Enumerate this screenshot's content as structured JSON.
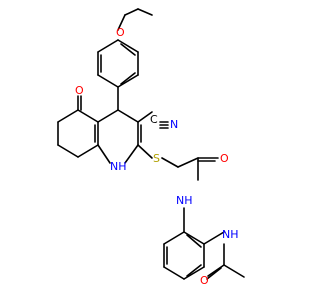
{
  "diagram": {
    "type": "chemical-structure",
    "atoms": {
      "o_ether": "O",
      "o_ketone": "O",
      "o_amide1": "O",
      "o_amide2": "O",
      "n_nitrile": "N",
      "nh_ring": "NH",
      "nh_amide": "NH",
      "nh_acetamide": "NH",
      "s": "S",
      "c_nitrile": "C",
      "h_ring": "H"
    },
    "colors": {
      "N": "#0000ff",
      "O": "#ff0000",
      "S": "#b0a000",
      "C": "#000000"
    }
  }
}
